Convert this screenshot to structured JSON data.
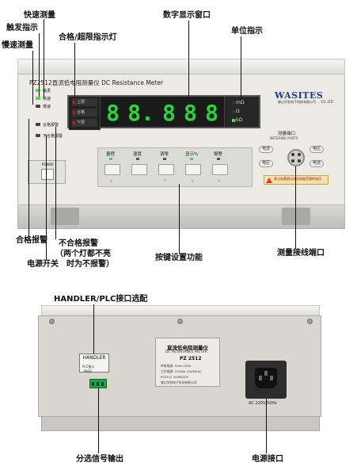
{
  "callouts": {
    "fast_speed": "快速测量",
    "trigger": "触发指示",
    "slow_speed": "慢速测量",
    "display_window": "数字显示窗口",
    "pass_limit_led": "合格/超限指示灯",
    "unit_indicator": "单位指示",
    "pass_alarm": "合格报警",
    "fail_alarm": "不合格报警",
    "fail_alarm_note_1": "（两个灯都不亮",
    "fail_alarm_note_2": "时为不报警）",
    "power_switch": "电源开关",
    "key_settings": "按键设置功能",
    "measure_port": "测量接线端口",
    "handler_select": "HANDLER/PLC接口选配",
    "sort_output": "分选信号输出",
    "power_port": "电源接口"
  },
  "front_panel": {
    "model_title": "PZ2512直流低电阻测量仪 DC Resistance Meter",
    "status": [
      {
        "label": "触发",
        "on": true
      },
      {
        "label": "快速",
        "on": true
      },
      {
        "label": "慢速",
        "on": false
      },
      {
        "label": "合格报警",
        "on": false
      },
      {
        "label": "不合格报警",
        "on": false
      }
    ],
    "limits": [
      "上限",
      "合格",
      "下限"
    ],
    "digits": [
      "8",
      "8.",
      "8",
      "8",
      "8"
    ],
    "units": [
      {
        "label": "mΩ",
        "on": false
      },
      {
        "label": "Ω",
        "on": false
      },
      {
        "label": "kΩ",
        "on": true
      }
    ],
    "keys": [
      {
        "label": "量程",
        "led": true,
        "sub": "△"
      },
      {
        "label": "速度",
        "led": false,
        "sub": ""
      },
      {
        "label": "调零",
        "led": false,
        "sub": "▽"
      },
      {
        "label": "显示%",
        "led": true,
        "sub": "◁"
      },
      {
        "label": "报警",
        "led": false,
        "sub": "▷"
      }
    ],
    "power_label": "POWER",
    "brand": "WASITES",
    "company": "佛山华劲电子科技有限公司 ... CO.,LTD",
    "metering_label": "测量端口",
    "metering_sub": "METERING PORTS",
    "terminals": [
      "电流",
      "电压",
      "电压",
      "电流"
    ],
    "warning": "禁止加载超出本机测量范围的电压"
  },
  "rear_panel": {
    "handler_label": "HANDLER",
    "handler_sub": "PLC接口",
    "handler_sub2": "PASS",
    "nameplate_title": "直流低电阻测量仪",
    "nameplate_sub": "DC RESISTANCE METER",
    "nameplate_model": "PZ 2512",
    "nameplate_rows": [
      "供电电源: 50Hz 20VA",
      "工作电源: 220Vac (50/60Hz)",
      "PZ2512 2008S000",
      "佛山华劲电子科技有限公司"
    ],
    "ac_label": "AC 220V/50Hz"
  },
  "colors": {
    "display_green": "#28d43c",
    "brand_blue": "#1a3d8f",
    "terminal_green": "#1ea14a"
  }
}
